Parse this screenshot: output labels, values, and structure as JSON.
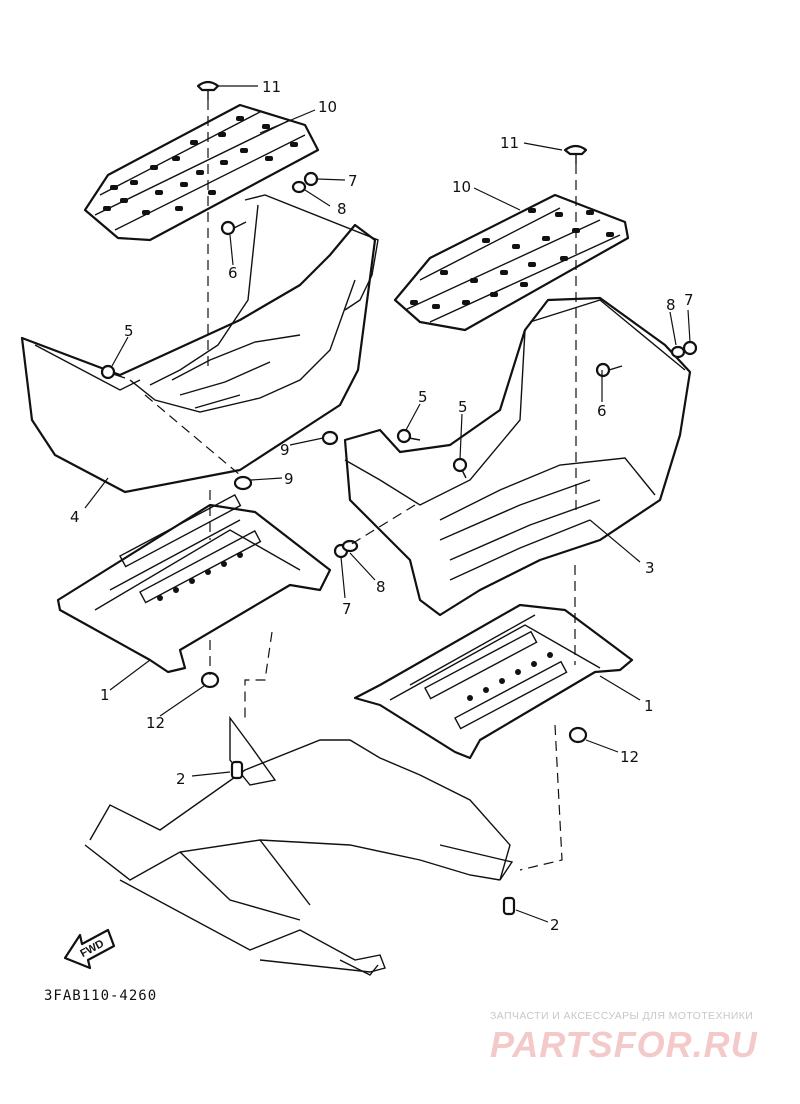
{
  "diagram_code": "3FAB110-4260",
  "direction_marker": "FWD",
  "watermark": {
    "tagline": "ЗАПЧАСТИ И АКСЕССУАРЫ ДЛЯ МОТОТЕХНИКИ",
    "brand": "PARTSFOR.RU"
  },
  "callouts": {
    "c1_left": "1",
    "c1_right": "1",
    "c2_left": "2",
    "c2_right": "2",
    "c3": "3",
    "c4": "4",
    "c5_left": "5",
    "c5_mid": "5",
    "c5_right": "5",
    "c6_left": "6",
    "c6_right": "6",
    "c7_left_top": "7",
    "c7_left_bottom": "7",
    "c7_right": "7",
    "c8_left_top": "8",
    "c8_left_bottom": "8",
    "c8_right": "8",
    "c9_top": "9",
    "c9_bottom": "9",
    "c10_left": "10",
    "c10_right": "10",
    "c11_left": "11",
    "c11_right": "11",
    "c12_left": "12",
    "c12_right": "12"
  },
  "colors": {
    "line": "#111111",
    "watermark_text": "#c8c8c8",
    "watermark_logo": "#f3c9c9"
  }
}
